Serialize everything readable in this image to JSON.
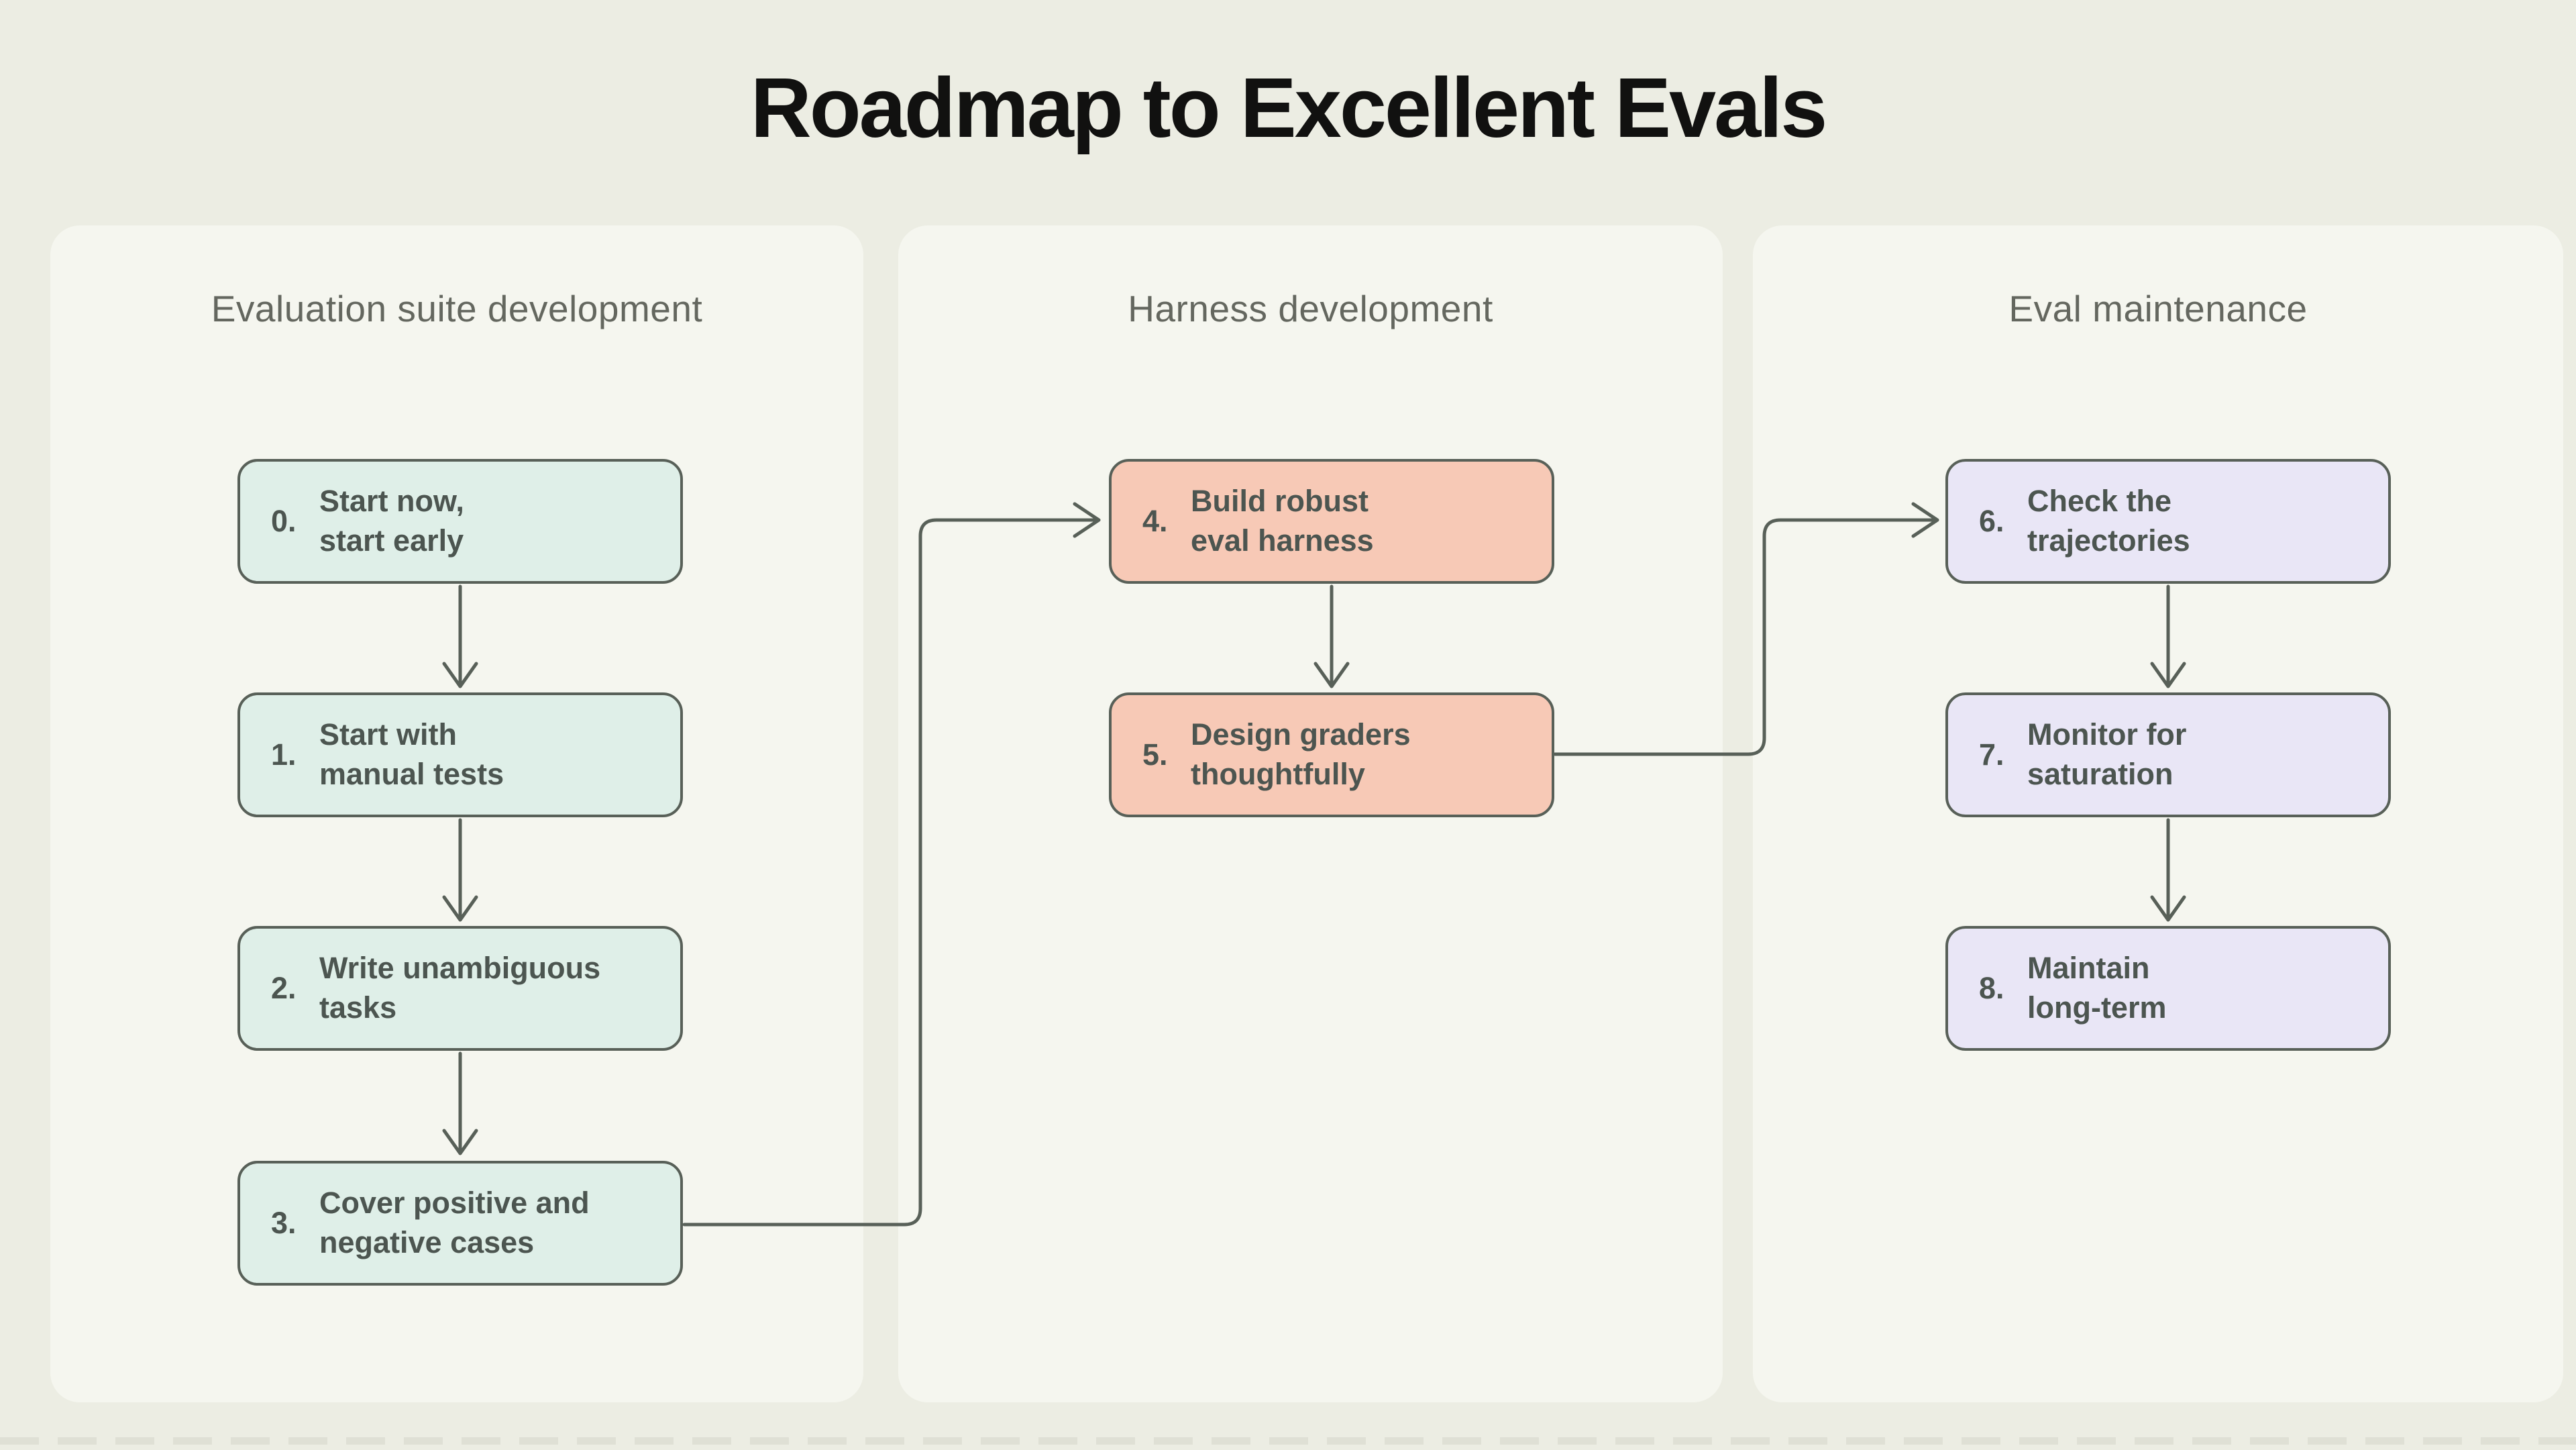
{
  "title": "Roadmap to Excellent Evals",
  "columns": [
    {
      "header": "Evaluation suite development",
      "box_fill": "#DFEFE8",
      "steps": [
        {
          "num": "0.",
          "text": "Start now,\nstart early"
        },
        {
          "num": "1.",
          "text": "Start with\nmanual tests"
        },
        {
          "num": "2.",
          "text": "Write unambiguous\ntasks"
        },
        {
          "num": "3.",
          "text": "Cover positive and\nnegative cases"
        }
      ]
    },
    {
      "header": "Harness development",
      "box_fill": "#F7C9B6",
      "steps": [
        {
          "num": "4.",
          "text": "Build robust\neval harness"
        },
        {
          "num": "5.",
          "text": "Design graders\nthoughtfully"
        }
      ]
    },
    {
      "header": "Eval maintenance",
      "box_fill": "#E9E6F6",
      "steps": [
        {
          "num": "6.",
          "text": "Check the\ntrajectories"
        },
        {
          "num": "7.",
          "text": "Monitor for\nsaturation"
        },
        {
          "num": "8.",
          "text": "Maintain\nlong-term"
        }
      ]
    }
  ],
  "colors": {
    "page_bg": "#ECEDE3",
    "card_bg": "#F5F6EF",
    "box_border": "#586058",
    "box_text": "#4C5550",
    "header_text": "#64675F",
    "title_text": "#111110",
    "connector": "#586058"
  }
}
